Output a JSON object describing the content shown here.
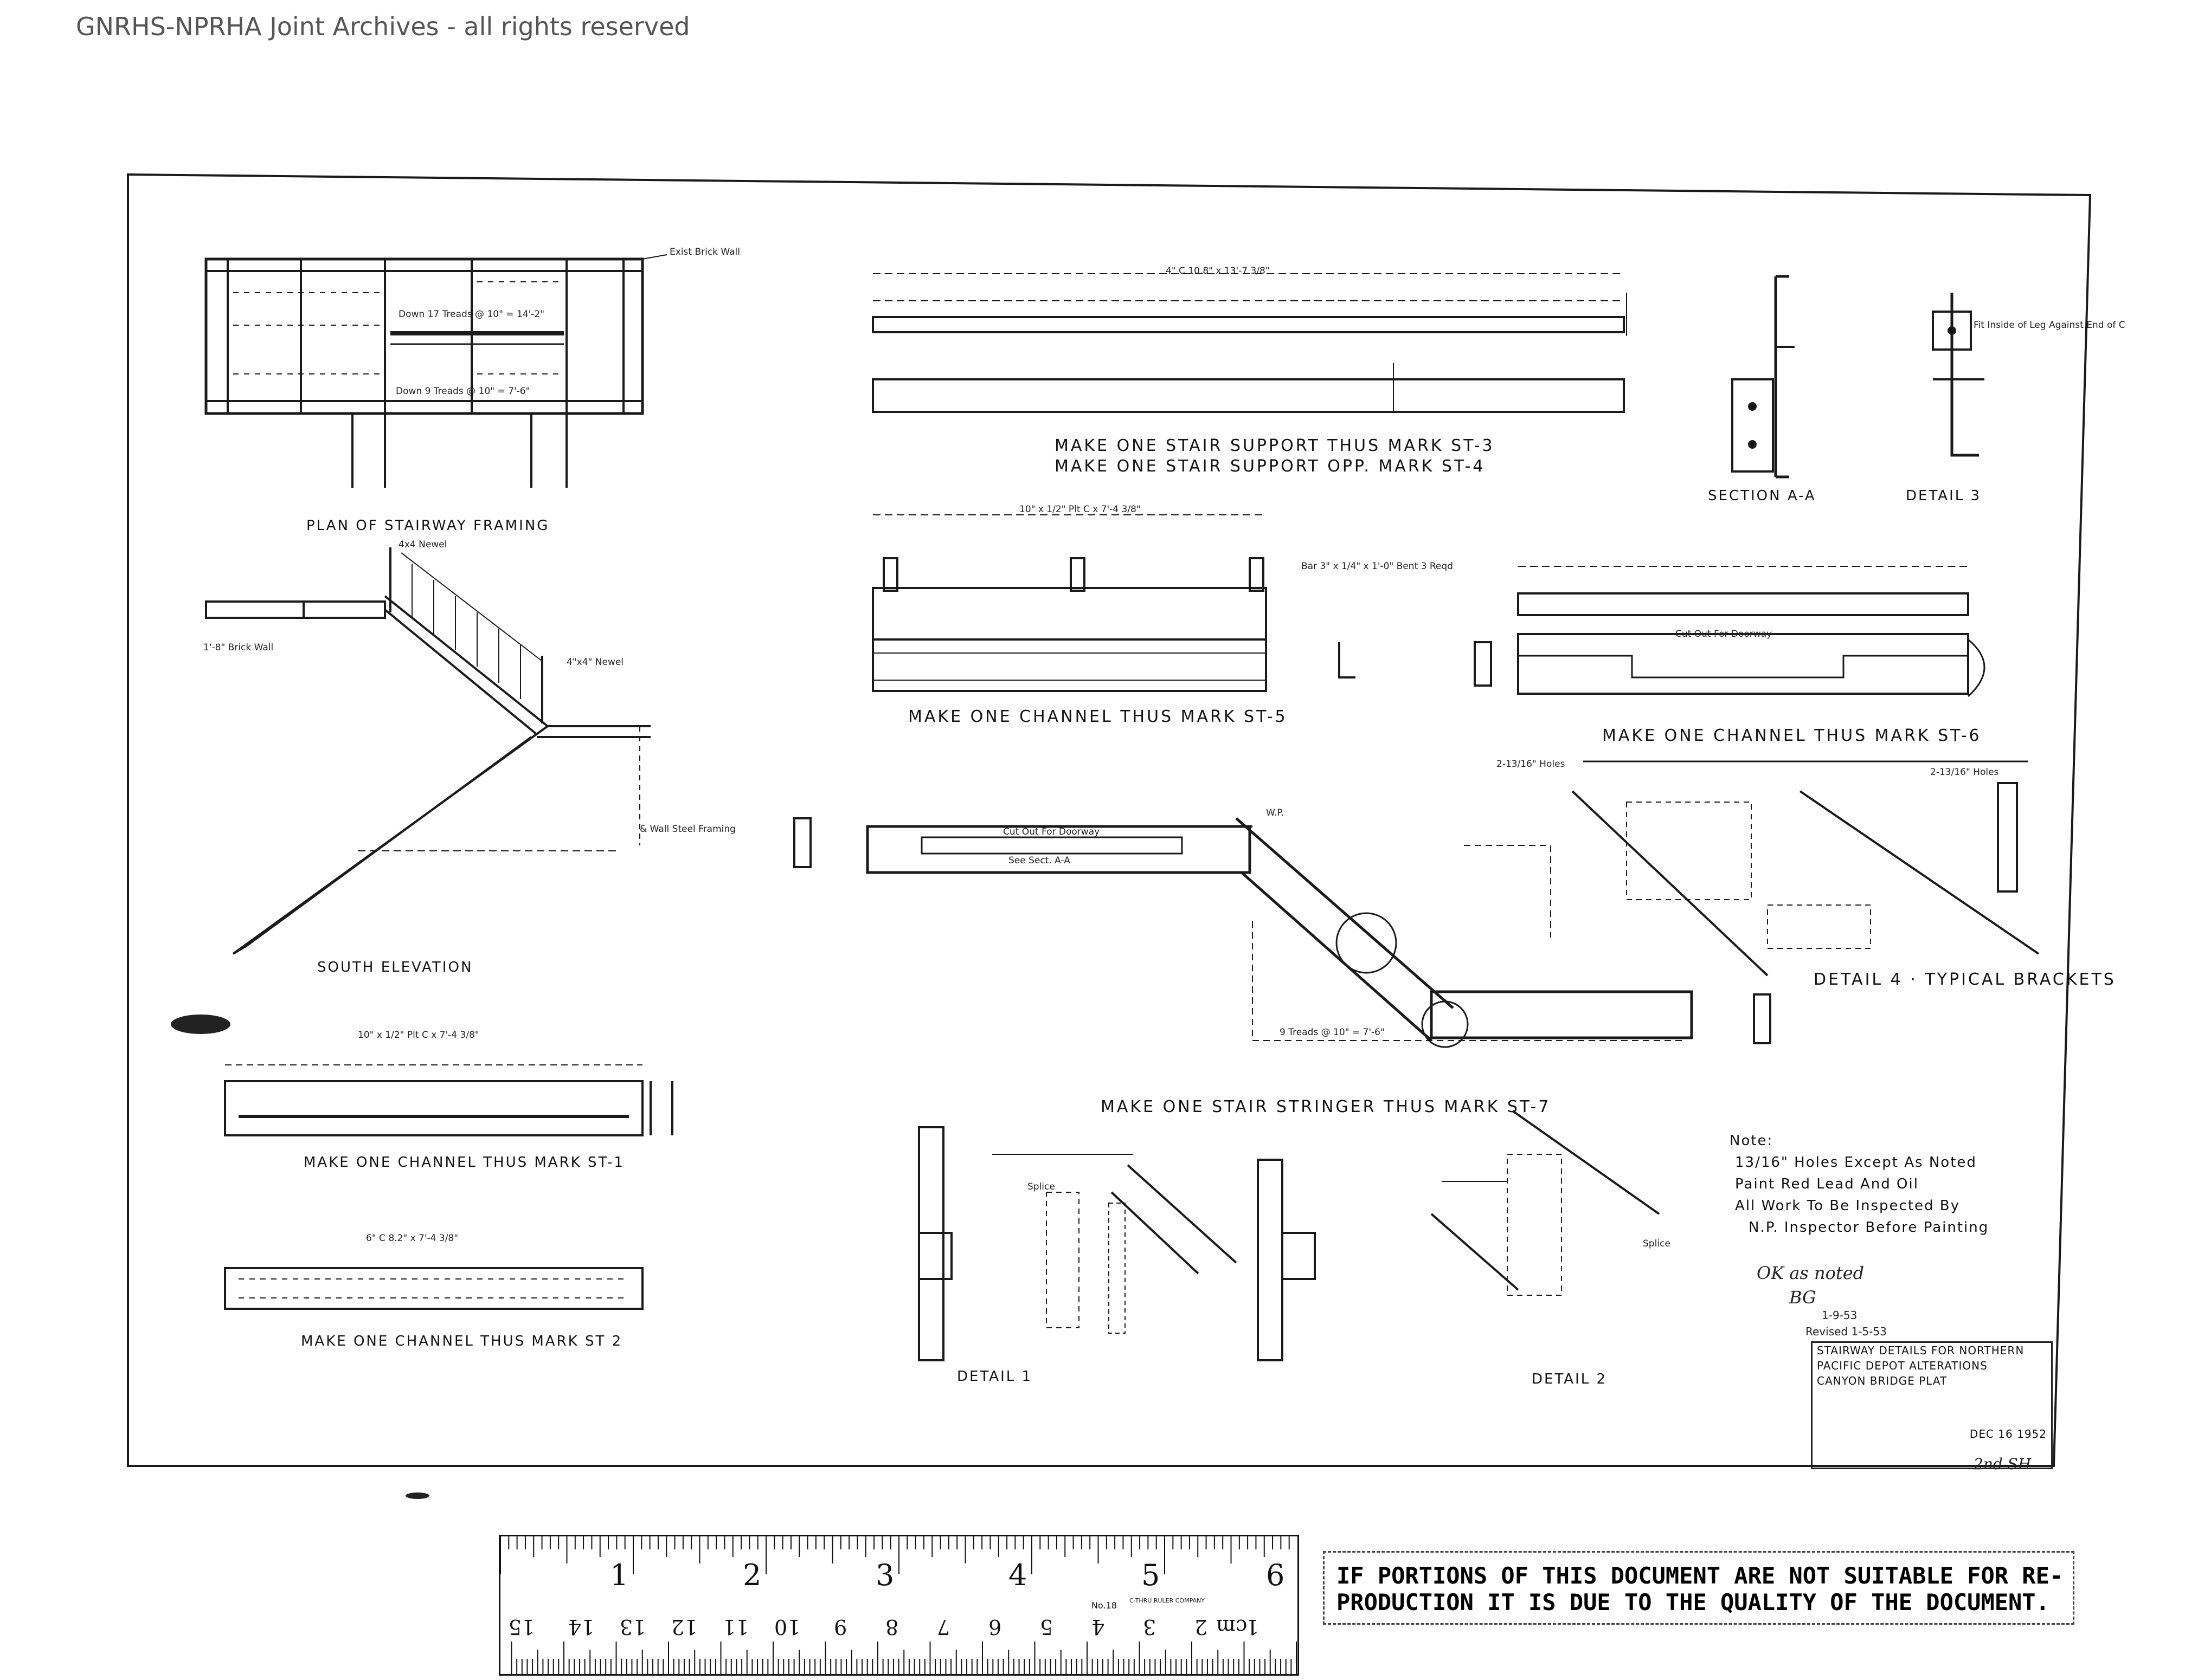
{
  "watermark": "GNRHS-NPRHA Joint Archives - all rights reserved",
  "views": {
    "plan": "Plan of Stairway Framing",
    "south": "South Elevation",
    "st1": "Make One Channel Thus Mark ST-1",
    "st2": "Make One Channel Thus Mark ST 2",
    "st3": "Make One Stair Support Thus Mark ST-3",
    "st4": "Make One Stair Support Opp. Mark ST-4",
    "st5": "Make One Channel Thus Mark ST-5",
    "st6": "Make One Channel Thus Mark ST-6",
    "st7": "Make One Stair Stringer Thus Mark ST-7",
    "sectionAA": "Section A-A",
    "detail1": "Detail 1",
    "detail2": "Detail 2",
    "detail3": "Detail 3",
    "detail4": "Detail 4 · Typical Brackets"
  },
  "callouts": {
    "exist_brick_wall": "Exist Brick Wall",
    "down17": "Down 17 Treads @ 10\" = 14'-2\"",
    "down9": "Down 9 Treads @ 10\" = 7'-6\"",
    "newel1": "4x4 Newel",
    "newel2": "4\"x4\" Newel",
    "brick_wall": "1'-8\" Brick Wall",
    "wall_framing": "& Wall Steel Framing",
    "cut_out1": "Cut Out For Doorway",
    "cut_out2": "Cut Out For Doorway",
    "see_sect": "See Sect. A-A",
    "nine_treads": "9 Treads @ 10\" = 7'-6\"",
    "bar_bent": "Bar 3\" x 1/4\" x 1'-0\" Bent 3 Reqd",
    "fit_inside": "Fit Inside of Leg Against End of C",
    "holes1": "2-13/16\" Holes",
    "holes2": "2-13/16\" Holes",
    "splice1": "Splice",
    "splice2": "Splice",
    "wp": "W.P.",
    "st_length": "4\" C 10.8\" x 13'-7 3/8\"",
    "st5_plate": "10\" x 1/2\" Plt C x 7'-4 3/8\"",
    "st1_plate": "10\" x 1/2\" Plt C x 7'-4 3/8\"",
    "st2_plate": "6\" C 8.2\" x 7'-4 3/8\""
  },
  "notes": {
    "heading": "Note:",
    "line1": "13/16\" Holes Except As Noted",
    "line2": "Paint Red Lead And Oil",
    "line3": "All Work To Be Inspected By",
    "line4": "N.P. Inspector Before Painting"
  },
  "revision": {
    "ok_note": "OK as noted",
    "initials": "BG",
    "date": "1-9-53",
    "revised": "Revised 1-5-53"
  },
  "title_block": {
    "line1": "Stairway Details For Northern",
    "line2": "Pacific Depot Alterations",
    "line3": "Canyon Bridge Plat",
    "line4": "Dec 16 1952",
    "sheet": "2nd SH"
  },
  "disclaimer": {
    "line1": "IF PORTIONS OF THIS DOCUMENT ARE NOT SUITABLE FOR RE-",
    "line2": "PRODUCTION IT IS DUE TO THE QUALITY OF THE DOCUMENT."
  },
  "ruler": {
    "inches": [
      "1",
      "2",
      "3",
      "4",
      "5",
      "6"
    ],
    "cm": [
      "1",
      "2",
      "3",
      "4",
      "5",
      "6",
      "7",
      "8",
      "9",
      "10",
      "11",
      "12",
      "13",
      "14",
      "15"
    ],
    "cm_unit": "cm",
    "model": "No.18",
    "maker": "C-THRU RULER COMPANY"
  }
}
